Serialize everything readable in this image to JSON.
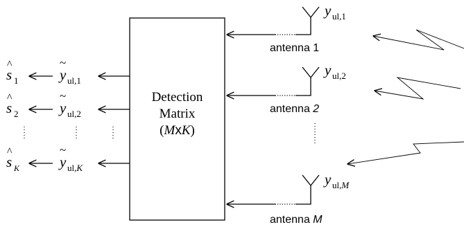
{
  "box": {
    "line1": "Detection",
    "line2": "Matrix",
    "line3_open": "(",
    "line3_M": "M",
    "line3_x": "x",
    "line3_K": "K",
    "line3_close": ")"
  },
  "outputs": [
    {
      "s_base": "s",
      "s_sub": "1",
      "y_base": "y",
      "y_sub": "ul,1"
    },
    {
      "s_base": "s",
      "s_sub": "2",
      "y_base": "y",
      "y_sub": "ul,2"
    },
    {
      "s_base": "s",
      "s_sub": "K",
      "y_base": "y",
      "y_sub_prefix": "ul,",
      "y_sub_italic": "K"
    }
  ],
  "inputs": [
    {
      "y_base": "y",
      "y_sub": "ul,1",
      "antenna_label": "antenna 1"
    },
    {
      "y_base": "y",
      "y_sub": "ul,2",
      "antenna_label_text": "antenna ",
      "antenna_label_num": "2"
    },
    {
      "y_base": "y",
      "y_sub_prefix": "ul,",
      "y_sub_italic": "M",
      "antenna_label_text": "antenna ",
      "antenna_label_num": "M"
    }
  ]
}
